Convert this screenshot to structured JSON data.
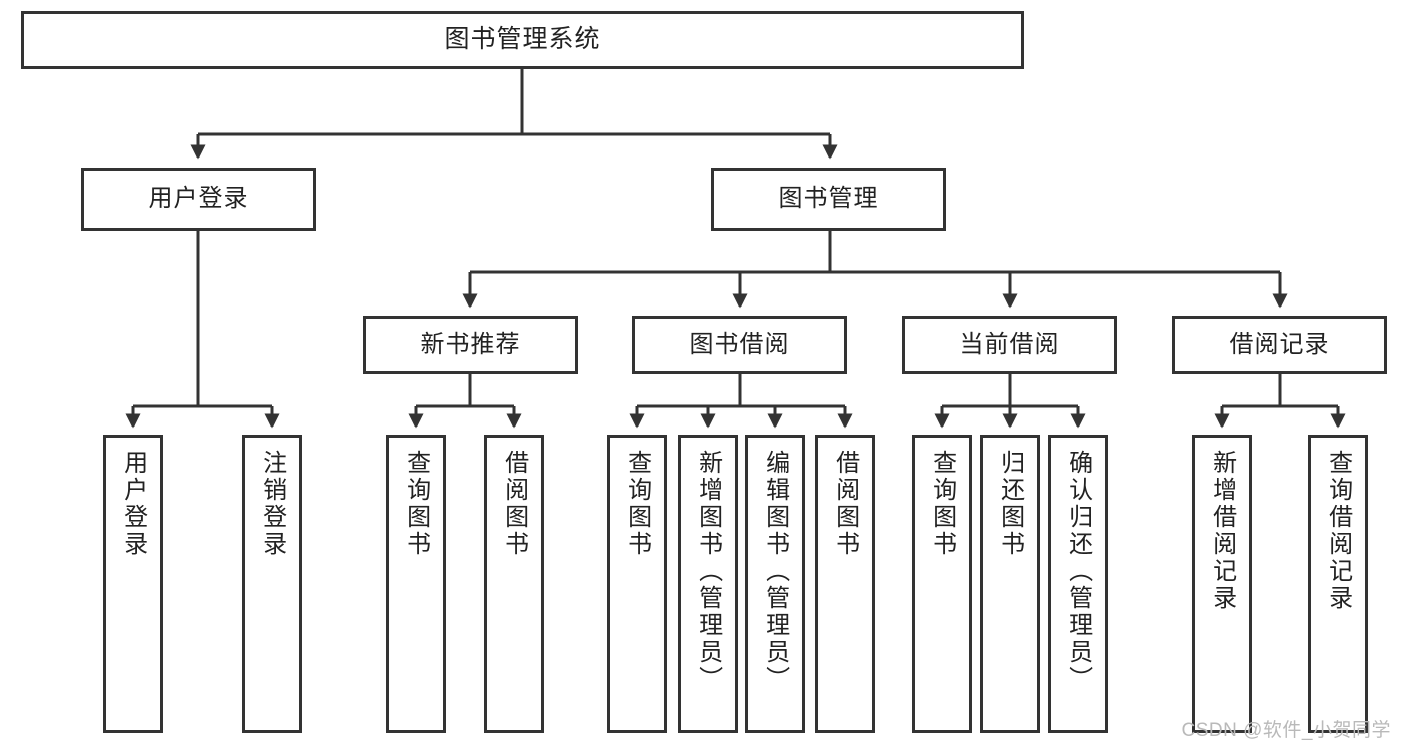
{
  "diagram": {
    "title_text": "图书管理系统",
    "type": "hierarchy-tree",
    "watermark": "CSDN @软件_小贺同学",
    "colors": {
      "box_border": "#333333",
      "box_fill": "#ffffff",
      "connector": "#333333",
      "text": "#222222",
      "watermark": "#b9b9b9"
    }
  },
  "nodes": {
    "root": {
      "label": "图书管理系统"
    },
    "level2": [
      {
        "label": "用户登录"
      },
      {
        "label": "图书管理"
      }
    ],
    "level3": [
      {
        "label": "新书推荐"
      },
      {
        "label": "图书借阅"
      },
      {
        "label": "当前借阅"
      },
      {
        "label": "借阅记录"
      }
    ],
    "leaves": {
      "user_login": [
        {
          "label": "用户登录"
        },
        {
          "label": "注销登录"
        }
      ],
      "new_book_recommend": [
        {
          "label": "查询图书"
        },
        {
          "label": "借阅图书"
        }
      ],
      "book_borrow": [
        {
          "label": "查询图书"
        },
        {
          "label": "新增图书（管理员）"
        },
        {
          "label": "编辑图书（管理员）"
        },
        {
          "label": "借阅图书"
        }
      ],
      "current_borrow": [
        {
          "label": "查询图书"
        },
        {
          "label": "归还图书"
        },
        {
          "label": "确认归还（管理员）"
        }
      ],
      "borrow_records": [
        {
          "label": "新增借阅记录"
        },
        {
          "label": "查询借阅记录"
        }
      ]
    }
  }
}
